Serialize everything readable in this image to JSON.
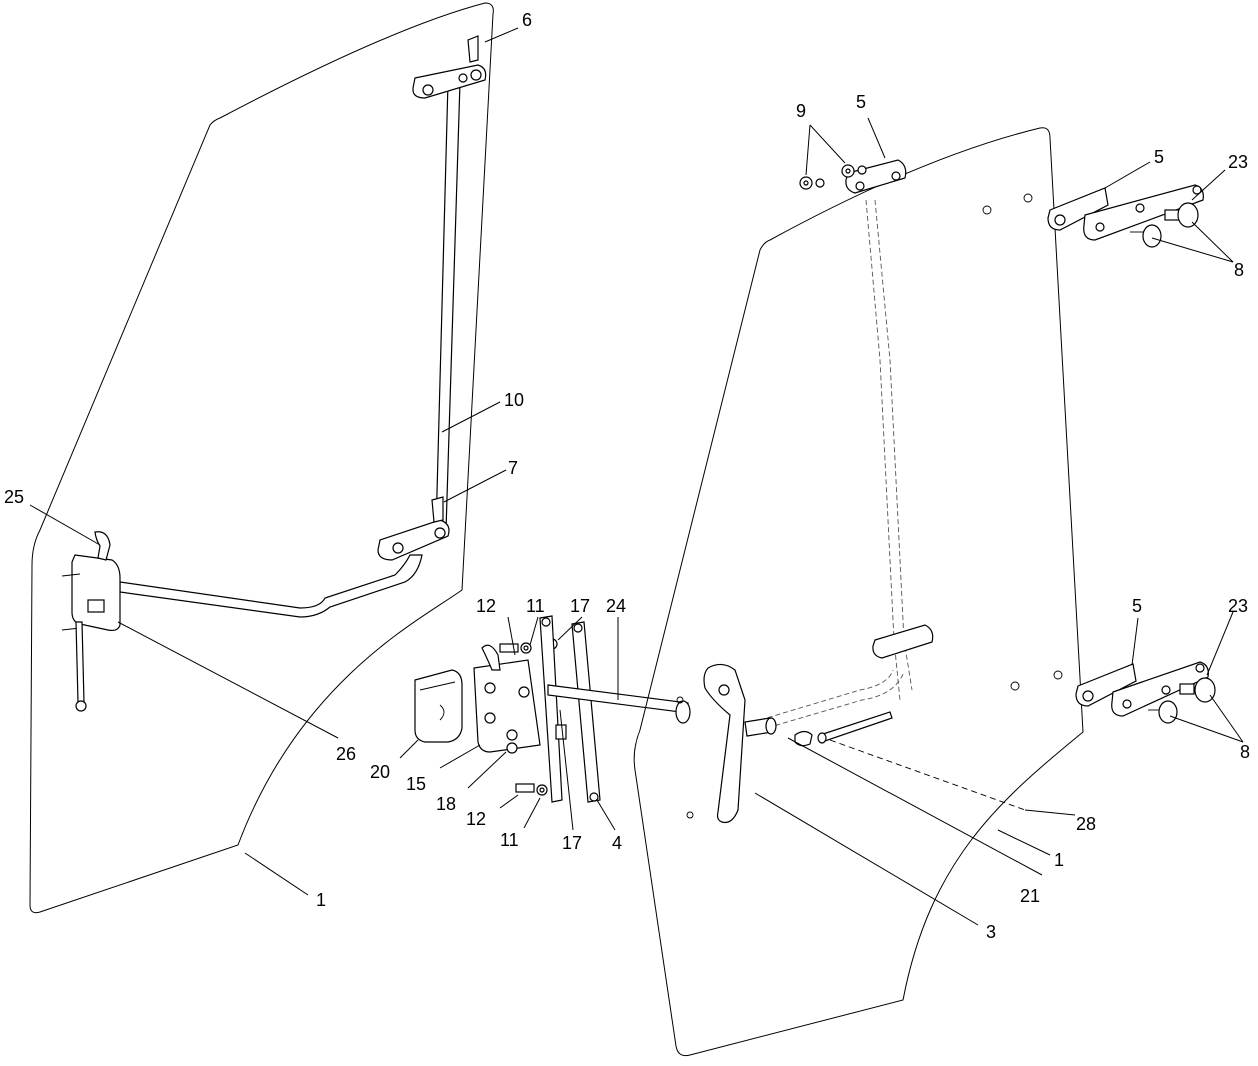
{
  "callouts": {
    "left_panel_1": "1",
    "right_panel_1": "1",
    "handle_3": "3",
    "rod_4": "4",
    "hinge_5_top": "5",
    "hinge_5_upper_right": "5",
    "hinge_5_lower_right": "5",
    "clip_6": "6",
    "clip_7": "7",
    "pin_8_upper": "8",
    "pin_8_lower": "8",
    "nut_9": "9",
    "strut_10": "10",
    "washer_11_upper": "11",
    "washer_11_lower": "11",
    "bolt_12_upper": "12",
    "bolt_12_lower": "12",
    "latch_15": "15",
    "plate_17_upper": "17",
    "plate_17_lower": "17",
    "nut_18": "18",
    "cover_20": "20",
    "spacer_21": "21",
    "hinge_pin_23_upper": "23",
    "hinge_pin_23_lower": "23",
    "shaft_24": "24",
    "latch_lever_25": "25",
    "latch_assembly_26": "26",
    "line_28": "28"
  }
}
